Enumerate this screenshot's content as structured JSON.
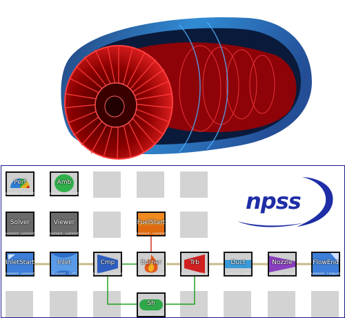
{
  "logo": {
    "text": "npss"
  },
  "nodes": [
    {
      "id": "perf",
      "label": "Perf",
      "sub": "Element : Element"
    },
    {
      "id": "amb",
      "label": "Amb",
      "sub": "Element : Ambient"
    },
    {
      "id": "solver",
      "label": "Solver",
      "sub": "Element : Element"
    },
    {
      "id": "viewer",
      "label": "Viewer",
      "sub": "Element : Element"
    },
    {
      "id": "fuelstart",
      "label": "FuelStart",
      "sub": "Element : FuelStart"
    },
    {
      "id": "inletstart",
      "label": "InletStart",
      "sub": "Element : Element"
    },
    {
      "id": "inlet",
      "label": "Inlet",
      "sub": "Element : Inlet"
    },
    {
      "id": "cmp",
      "label": "Cmp",
      "sub": "Element : Compressor"
    },
    {
      "id": "burner",
      "label": "Burner",
      "sub": "Element : Burner"
    },
    {
      "id": "trb",
      "label": "Trb",
      "sub": "Element : Turbine"
    },
    {
      "id": "duct",
      "label": "Duct",
      "sub": "Element : Duct"
    },
    {
      "id": "nozzle",
      "label": "Nozzle",
      "sub": "Element : Nozzle"
    },
    {
      "id": "flowend",
      "label": "FlowEnd",
      "sub": "Element : FlowEnd"
    },
    {
      "id": "sh",
      "label": "Sh",
      "sub": "Element : Shaft"
    }
  ],
  "colors": {
    "flow_link": "#c8b98a",
    "shaft_link": "#22a022",
    "fuel_link": "#d03020",
    "frame_border": "#1c1c8a",
    "logo": "#1f2ea6"
  }
}
